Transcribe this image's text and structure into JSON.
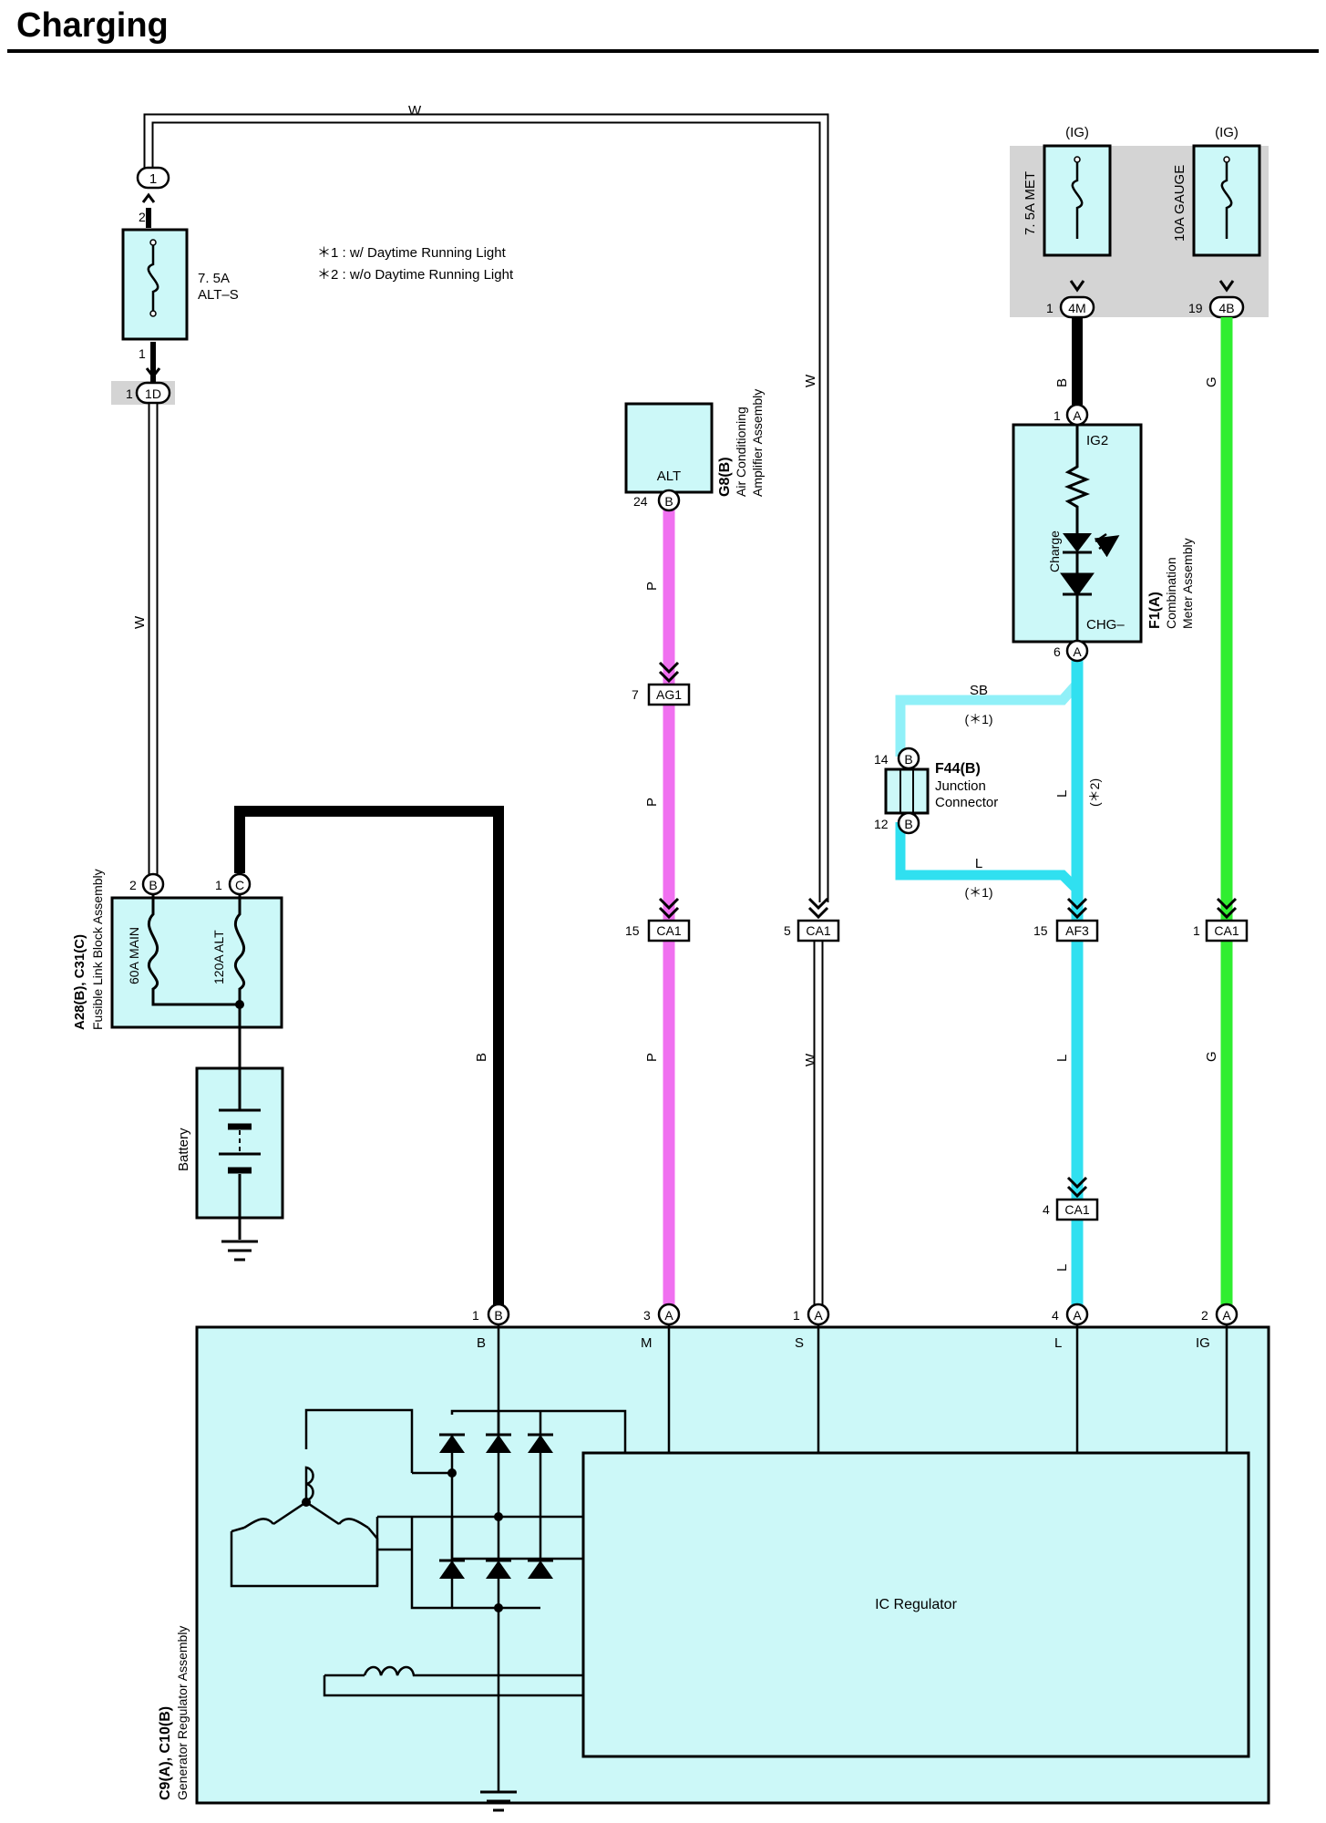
{
  "title": "Charging",
  "notes": [
    "＊1 : w/ Daytime Running Light",
    "＊2 : w/o Daytime Running Light"
  ],
  "colors": {
    "box_fill": "#ccf8f8",
    "gray_panel": "#d4d4d4",
    "wire_black": "#000000",
    "wire_white": "#ffffff",
    "wire_pink": "#f070f0",
    "wire_blue_L": "#30e0f0",
    "wire_sky_SB": "#90f0f8",
    "wire_green": "#30ee30"
  },
  "supply": {
    "ig_left": "(IG)",
    "ig_right": "(IG)"
  },
  "fuses": {
    "alt_s": {
      "rating": "7. 5A",
      "name": "ALT–S",
      "pin_top": "2",
      "pin_bottom": "1"
    },
    "met": {
      "label": "7. 5A MET"
    },
    "gauge": {
      "label": "10A GAUGE"
    },
    "main": {
      "label": "60A MAIN"
    },
    "alt": {
      "label": "120A ALT"
    }
  },
  "components": {
    "fusible_block": {
      "id": "A28(B), C31(C)",
      "name": "Fusible Link Block Assembly"
    },
    "battery": {
      "name": "Battery"
    },
    "ac_amp": {
      "id": "G8(B)",
      "name_line1": "Air Conditioning",
      "name_line2": "Amplifier Assembly",
      "terminal": "ALT"
    },
    "combo_meter": {
      "id": "F1(A)",
      "name_line1": "Combination",
      "name_line2": "Meter Assembly",
      "t_ig2": "IG2",
      "t_chg": "CHG–",
      "lamp": "Charge"
    },
    "junction": {
      "id": "F44(B)",
      "name_line1": "Junction",
      "name_line2": "Connector"
    },
    "generator": {
      "id": "C9(A), C10(B)",
      "name": "Generator Regulator Assembly",
      "regulator": "IC Regulator",
      "terminals": [
        "B",
        "M",
        "S",
        "L",
        "IG"
      ]
    }
  },
  "connectors": {
    "top_1": "1",
    "j1D": "1D",
    "j4M": "4M",
    "j4B": "4B",
    "ag1": "AG1",
    "ca1": "CA1",
    "af3": "AF3",
    "pin_B": "B",
    "pin_C": "C",
    "pin_A": "A"
  },
  "pins": {
    "p1": "1",
    "p2": "2",
    "p4": "4",
    "p5": "5",
    "p6": "6",
    "p7": "7",
    "p12": "12",
    "p14": "14",
    "p15": "15",
    "p19": "19",
    "p24": "24",
    "p3": "3"
  },
  "wire_labels": {
    "W": "W",
    "B": "B",
    "P": "P",
    "L": "L",
    "G": "G",
    "SB": "SB",
    "star1": "(＊1)",
    "star2": "(＊2)"
  }
}
